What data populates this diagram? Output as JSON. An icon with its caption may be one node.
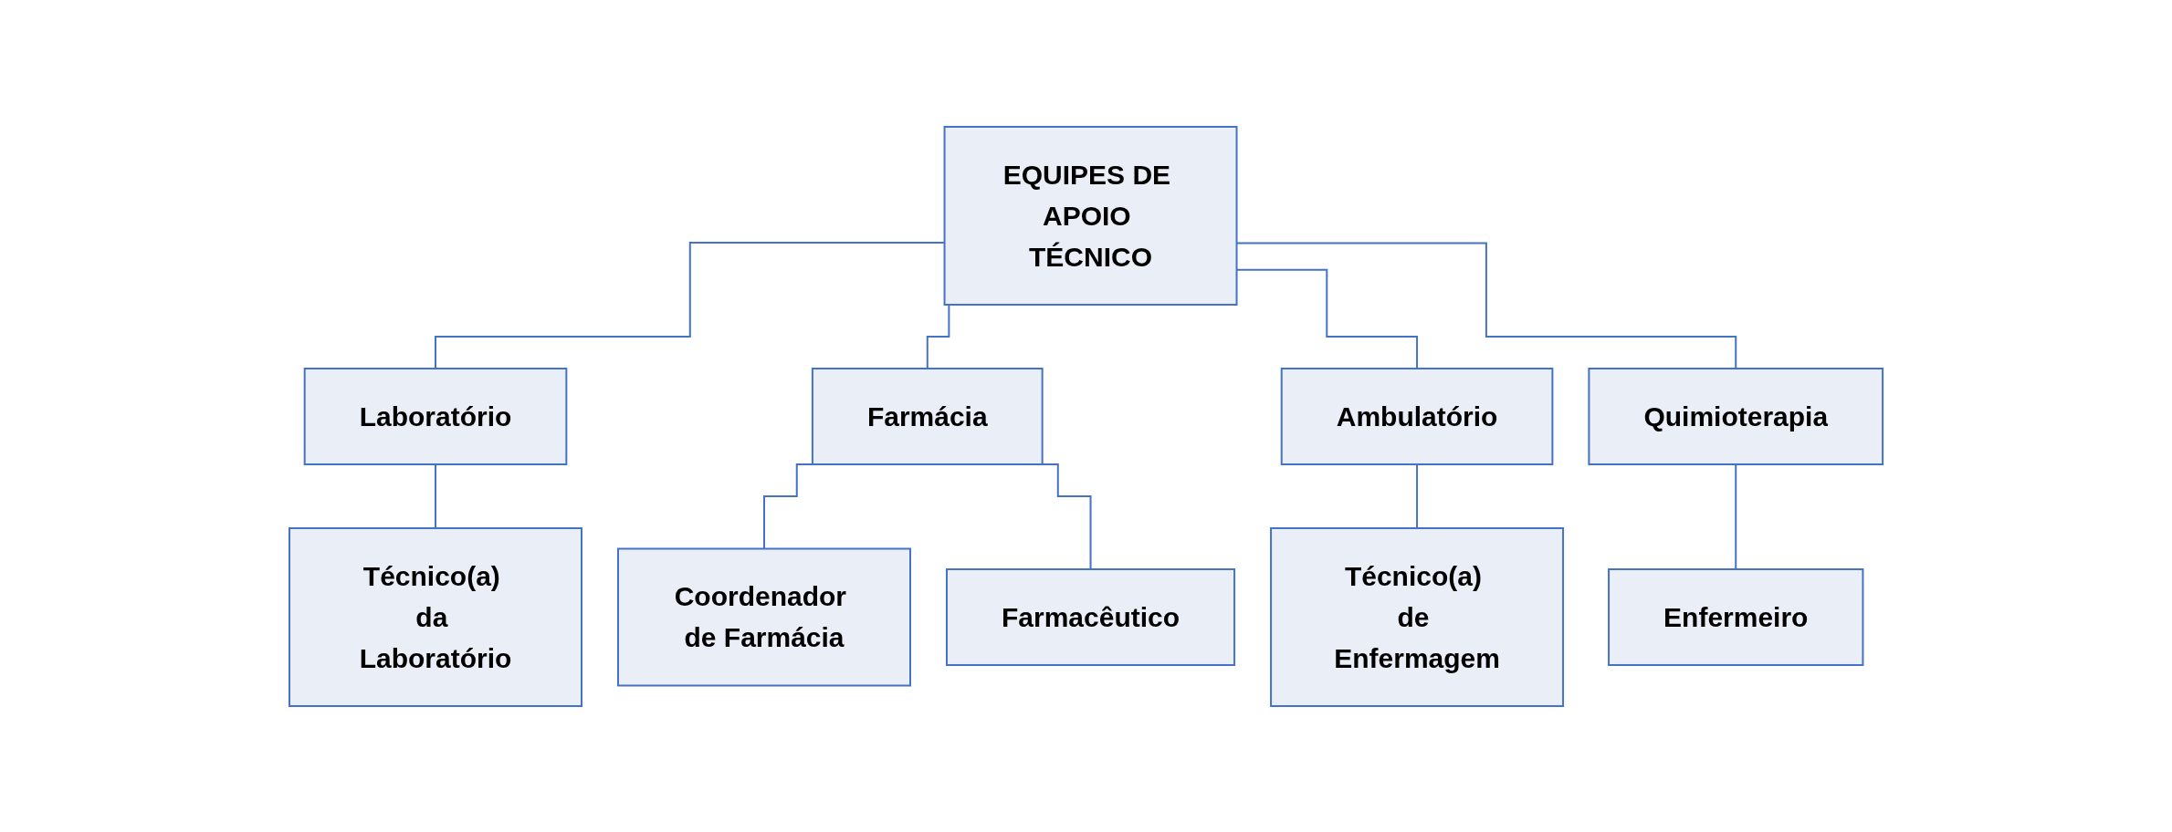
{
  "diagram": {
    "nodes": [
      {
        "text": [
          "EQUIPES DE APOIO TÉCNICO"
        ]
      },
      {
        "text": [
          "Laboratório"
        ]
      },
      {
        "text": [
          "Farmácia"
        ]
      },
      {
        "text": [
          "Ambulatório"
        ]
      },
      {
        "text": [
          "Quimioterapia"
        ]
      },
      {
        "text": [
          "Técnico(a) da Laboratório"
        ]
      },
      {
        "text": [
          "Coordenador de Farmácia"
        ]
      },
      {
        "text": [
          "Farmacêutico"
        ]
      },
      {
        "text": [
          "Técnico(a) de Enfermagem"
        ]
      },
      {
        "text": [
          "Enfermeiro"
        ]
      }
    ],
    "edges": [
      {
        "from": 0,
        "to": 1,
        "arrow": "none"
      },
      {
        "from": 0,
        "to": 2,
        "arrow": "none"
      },
      {
        "from": 0,
        "to": 3,
        "arrow": "none"
      },
      {
        "from": 0,
        "to": 4,
        "arrow": "none"
      },
      {
        "from": 1,
        "to": 5,
        "arrow": "none"
      },
      {
        "from": 2,
        "to": 6,
        "arrow": "none"
      },
      {
        "from": 2,
        "to": 7,
        "arrow": "none"
      },
      {
        "from": 3,
        "to": 8,
        "arrow": "none"
      },
      {
        "from": 4,
        "to": 9,
        "arrow": "none"
      }
    ]
  }
}
